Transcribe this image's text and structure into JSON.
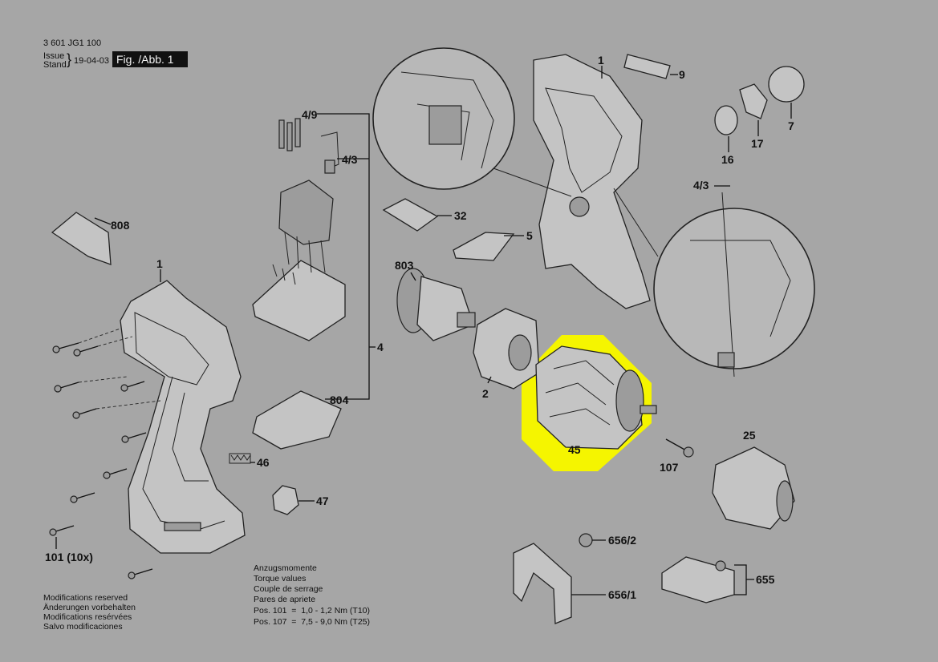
{
  "header": {
    "part_number": "3 601 JG1 100",
    "issue_label": "Issue",
    "stand_label": "Stand",
    "issue_date": "19-04-03",
    "figure": "Fig. /Abb. 1"
  },
  "highlight_color": "#f5f500",
  "callouts": [
    "1",
    "9",
    "7",
    "17",
    "16",
    "4/9",
    "4/3",
    "32",
    "5",
    "808",
    "803",
    "1",
    "4/3",
    "4",
    "2",
    "804",
    "45",
    "25",
    "107",
    "46",
    "47",
    "656/2",
    "101 (10x)",
    "656/1",
    "655"
  ],
  "torque_notes": {
    "title_lines": [
      "Anzugsmomente",
      "Torque values",
      "Couple de serrage",
      "Pares de apriete"
    ],
    "pos_101": "Pos. 101  =  1,0 - 1,2 Nm (T10)",
    "pos_107": "Pos. 107  =  7,5 - 9,0 Nm (T25)"
  },
  "modifications": [
    "Modifications reserved",
    "Änderungen vorbehalten",
    "Modifications resérvées",
    "Salvo modificaciones"
  ]
}
